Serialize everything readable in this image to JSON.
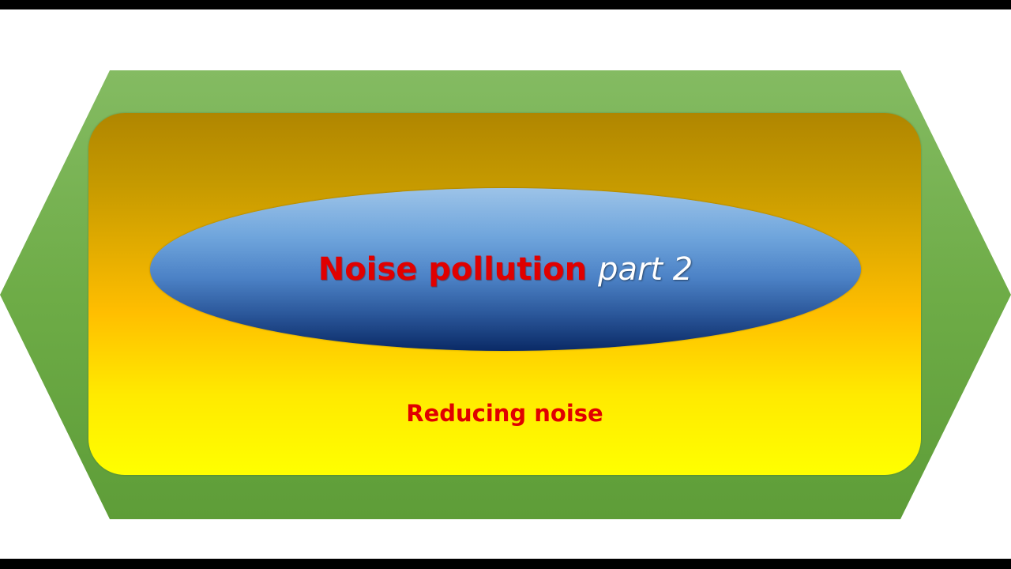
{
  "slide": {
    "title_main": "Noise pollution",
    "title_part": "part 2",
    "subtitle": "Reducing noise"
  },
  "colors": {
    "hexagon": "#6eac47",
    "panel_top": "#b08600",
    "panel_bottom": "#ffff00",
    "ellipse_top": "#9cc3e8",
    "ellipse_bottom": "#0a2a66",
    "title_red": "#e00000",
    "title_part": "#ffffff"
  }
}
